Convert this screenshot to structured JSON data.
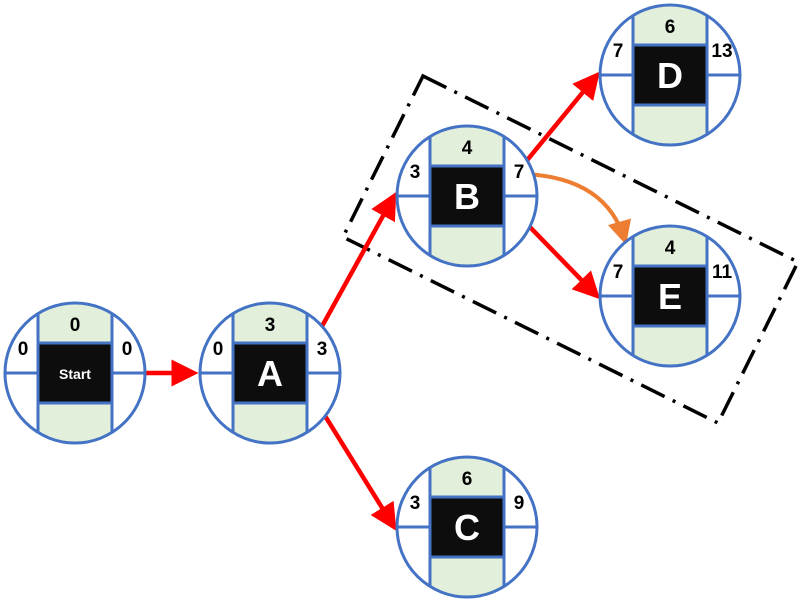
{
  "diagram": {
    "type": "activity-on-node network (critical path)",
    "colors": {
      "node_outline": "#4472C4",
      "duration_band": "#E2EFDA",
      "label_box": "#0D0D0D",
      "label_text": "#FFFFFF",
      "value_text": "#000000",
      "edge": "#FF0000",
      "highlight_edge": "#ED7D31",
      "group_border": "#000000"
    },
    "nodes": [
      {
        "id": "start",
        "label": "Start",
        "early_start": "0",
        "duration": "0",
        "early_finish": "0"
      },
      {
        "id": "A",
        "label": "A",
        "early_start": "0",
        "duration": "3",
        "early_finish": "3"
      },
      {
        "id": "B",
        "label": "B",
        "early_start": "3",
        "duration": "4",
        "early_finish": "7"
      },
      {
        "id": "C",
        "label": "C",
        "early_start": "3",
        "duration": "6",
        "early_finish": "9"
      },
      {
        "id": "D",
        "label": "D",
        "early_start": "7",
        "duration": "6",
        "early_finish": "13"
      },
      {
        "id": "E",
        "label": "E",
        "early_start": "7",
        "duration": "4",
        "early_finish": "11"
      }
    ],
    "edges": [
      {
        "from": "start",
        "to": "A",
        "style": "red"
      },
      {
        "from": "A",
        "to": "B",
        "style": "red"
      },
      {
        "from": "A",
        "to": "C",
        "style": "red"
      },
      {
        "from": "B",
        "to": "D",
        "style": "red"
      },
      {
        "from": "B",
        "to": "E",
        "style": "red"
      },
      {
        "from": "B",
        "to": "E",
        "style": "orange-curved"
      }
    ],
    "group": {
      "members": [
        "B",
        "E"
      ],
      "border": "dash-dot"
    }
  }
}
